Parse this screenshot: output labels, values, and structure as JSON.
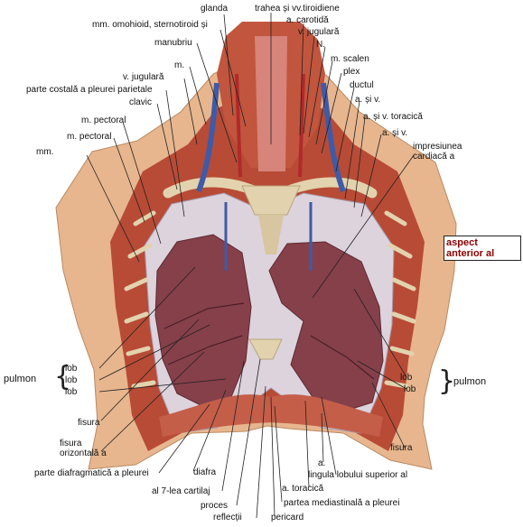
{
  "figure": {
    "view_note": [
      "aspect",
      "anterior al"
    ],
    "label_color": "#111111",
    "note_color": "#8b0000",
    "colors": {
      "skin": "#e7b68e",
      "muscle": "#b84b36",
      "lung": "#86404a",
      "pleura": "#dcd3dd",
      "bone": "#e2d3ae",
      "vein": "#3f5aa6",
      "artery": "#b02a2a"
    }
  },
  "labels": {
    "glanda": "glanda",
    "trahea": "trahea și vv.tiroidiene",
    "carotida": "a. carotidă",
    "omohioid": "mm. omohioid, sternotiroid și",
    "jugulara_r": "v. jugulară",
    "manubriu": "manubriu",
    "n": "N.",
    "m": "m.",
    "scalen": "m. scalen",
    "jugulara_l": "v. jugulară",
    "plex": "plex",
    "costala": "parte costală a pleurei parietale",
    "ductul": "ductul",
    "clavic": "clavic",
    "a_si_v_1": "a. și v.",
    "toracica": "a. și v. toracică",
    "pectoral_1": "m. pectoral",
    "a_si_v_2": "a. și v.",
    "pectoral_2": "m. pectoral",
    "impresiunea": "impresiunea",
    "cardiaca": "cardiacă a",
    "mm": "mm.",
    "pulmon_l": "pulmon",
    "lob_l1": "lob",
    "lob_l2": "lob",
    "lob_l3": "lob",
    "lob_r1": "lob",
    "lob_r2": "lob",
    "pulmon_r": "pulmon",
    "fisura_1": "fisura",
    "fisura_2": "fisura",
    "orizontala": "orizontală a",
    "fisura_r": "fisura",
    "a_label": "a.",
    "diafragmatica": "parte diafragmatică a pleurei",
    "diafra": "diafra",
    "lingula": "lingula lobului superior al",
    "a_toracica": "a. toracică",
    "cartilaj": "al 7-lea cartilaj",
    "mediastinala": "partea mediastinală a pleurei",
    "proces": "proces",
    "reflectii": "reflecții",
    "pericard": "pericard"
  }
}
